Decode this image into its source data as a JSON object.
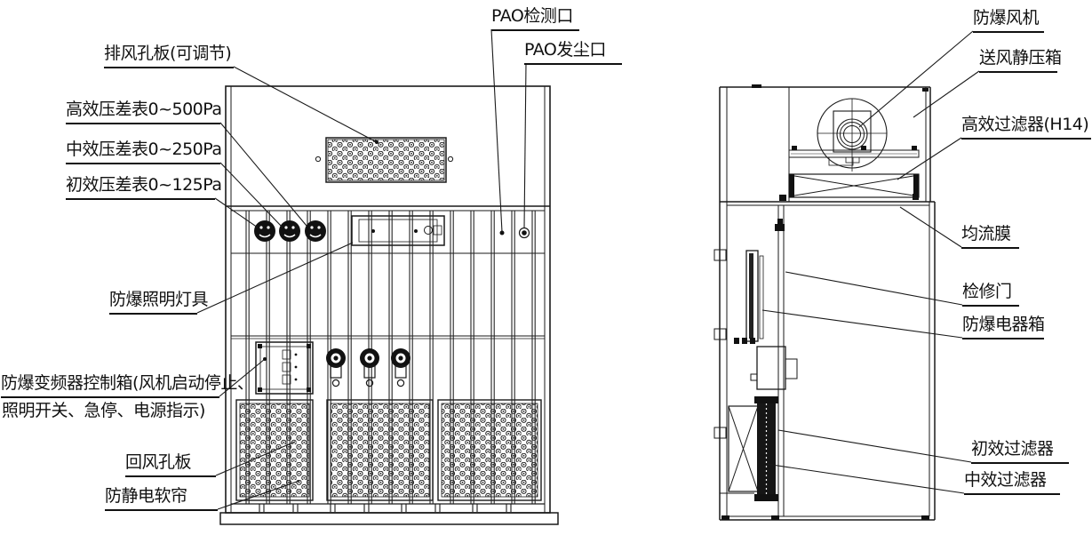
{
  "meta": {
    "background_color": "#ffffff",
    "line_color": "#1a1a1a",
    "drawing_type": "explosion-proof weighing booth engineering drawing, front and side views"
  },
  "front_view": {
    "labels": {
      "exhaust_plate": "排风孔板(可调节)",
      "hepa_gauge": "高效压差表0~500Pa",
      "medium_gauge": "中效压差表0~250Pa",
      "primary_gauge": "初效压差表0~125Pa",
      "pao_test_port": "PAO检测口",
      "pao_dust_port": "PAO发尘口",
      "lighting": "防爆照明灯具",
      "control_box_line1": "防爆变频器控制箱(风机启动停止、",
      "control_box_line2": "照明开关、急停、电源指示)",
      "return_air_plate": "回风孔板",
      "antistatic_curtain": "防静电软帘"
    }
  },
  "side_view": {
    "labels": {
      "fan": "防爆风机",
      "supply_plenum": "送风静压箱",
      "hepa_filter": "高效过滤器(H14)",
      "flow_membrane": "均流膜",
      "access_door": "检修门",
      "electric_box": "防爆电器箱",
      "primary_filter": "初效过滤器",
      "medium_filter": "中效过滤器"
    }
  }
}
